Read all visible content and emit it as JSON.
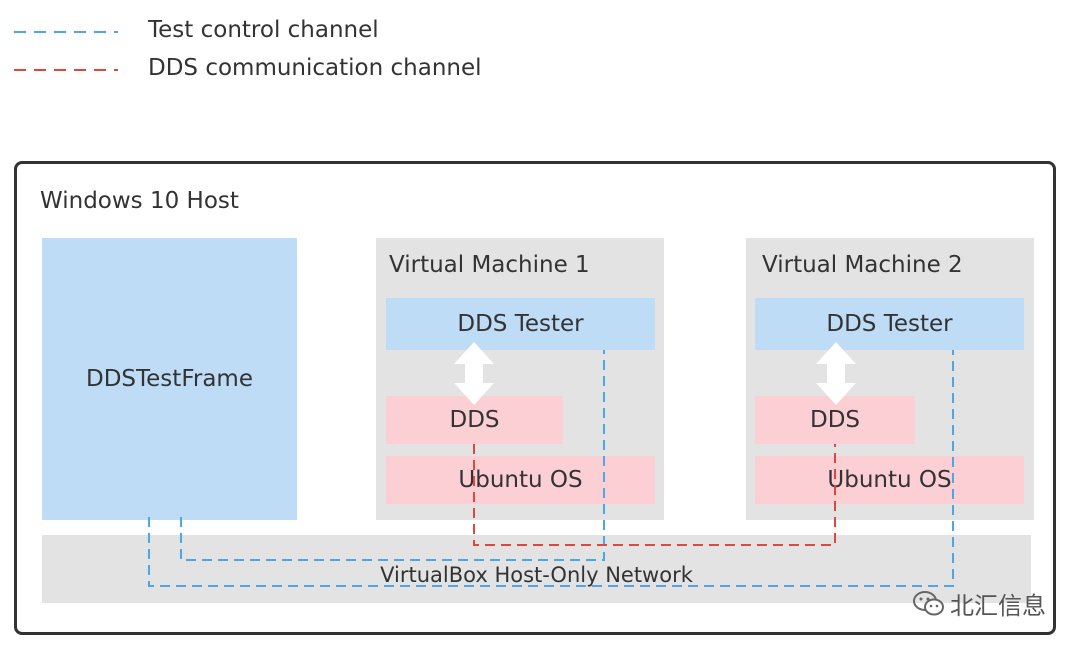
{
  "legend": {
    "test_control": "Test control channel",
    "dds_comm": "DDS communication channel"
  },
  "host": {
    "title": "Windows 10 Host"
  },
  "frame": {
    "label": "DDSTestFrame"
  },
  "vm1": {
    "title": "Virtual Machine 1",
    "tester": "DDS Tester",
    "dds": "DDS",
    "os": "Ubuntu OS"
  },
  "vm2": {
    "title": "Virtual Machine 2",
    "tester": "DDS Tester",
    "dds": "DDS",
    "os": "Ubuntu OS"
  },
  "network": {
    "label": "VirtualBox Host-Only Network"
  },
  "watermark": {
    "text": "北汇信息",
    "icon": "wechat-icon"
  },
  "colors": {
    "test_control": "#4da6e6",
    "dds_comm": "#e0473d",
    "frame_blue": "#bfdcf6",
    "vm_gray": "#e3e3e3",
    "dds_pink": "#fbcfd4"
  }
}
